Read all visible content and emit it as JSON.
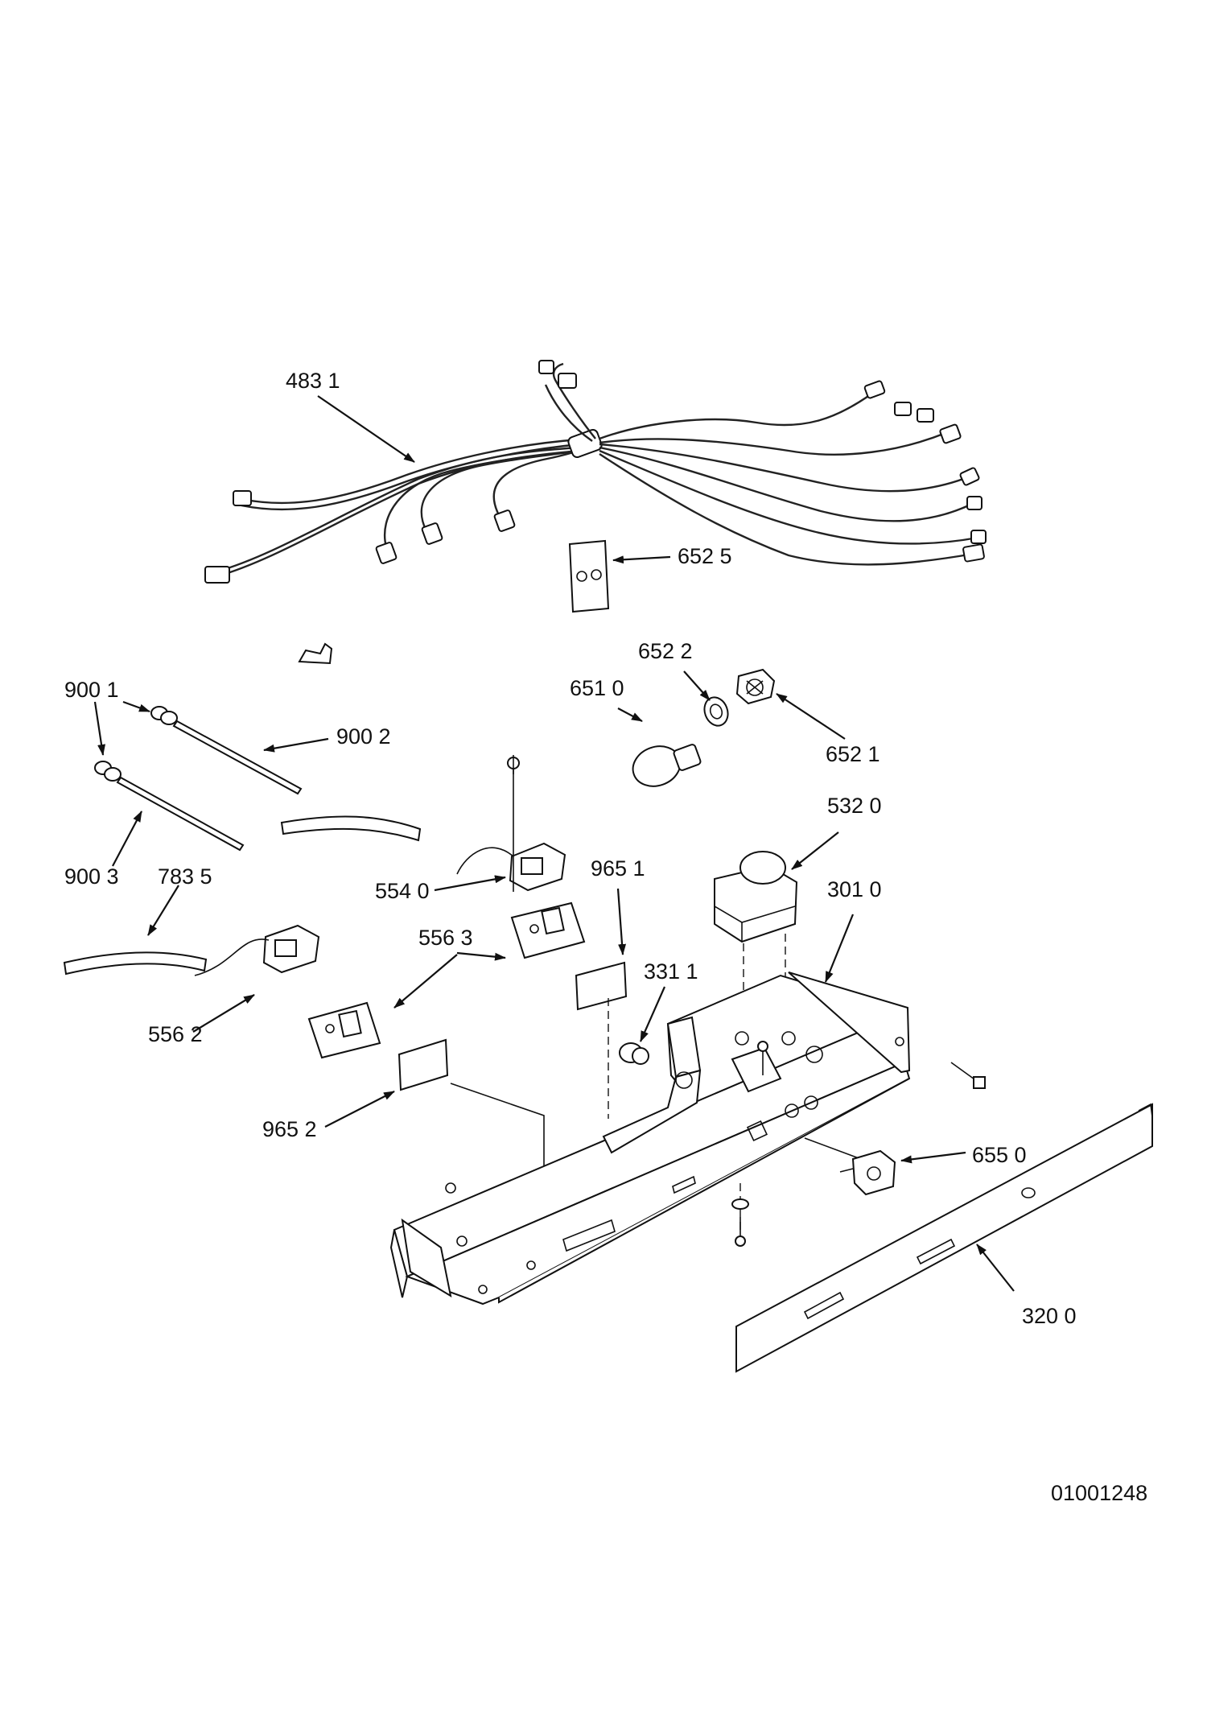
{
  "labels": {
    "l4831": "483 1",
    "l6525": "652 5",
    "l6522": "652 2",
    "l6510": "651 0",
    "l6521": "652 1",
    "l9001": "900 1",
    "l9002": "900 2",
    "l9003": "900 3",
    "l7835": "783 5",
    "l5540": "554 0",
    "l5320": "532 0",
    "l9651": "965 1",
    "l3010": "301 0",
    "l5563": "556 3",
    "l3311": "331 1",
    "l5562": "556 2",
    "l9652": "965 2",
    "l6550": "655 0",
    "l3200": "320 0"
  },
  "drawing_number": "01001248"
}
